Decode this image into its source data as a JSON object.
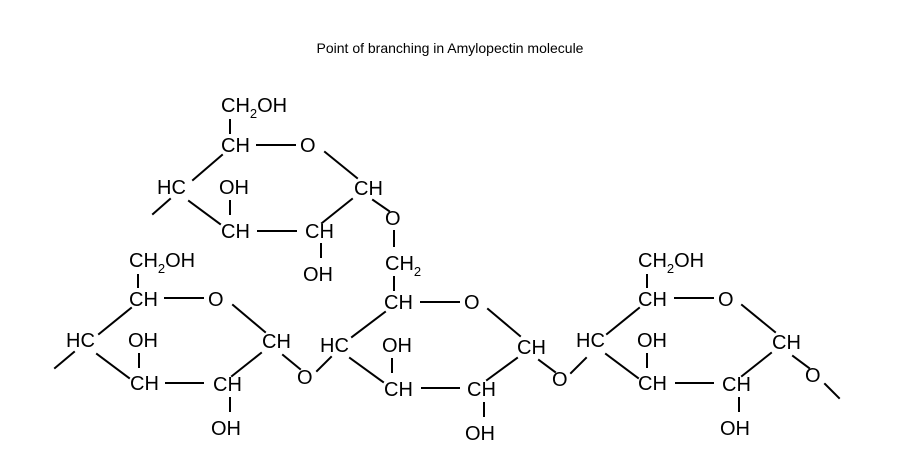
{
  "title": "Point of branching in Amylopectin molecule",
  "labels": {
    "ch": "CH",
    "hc": "HC",
    "oh": "OH",
    "o": "O",
    "ch2oh_pre": "CH",
    "ch2oh_sub": "2",
    "ch2oh_post": "OH",
    "ch2_pre": "CH",
    "ch2_sub": "2"
  }
}
